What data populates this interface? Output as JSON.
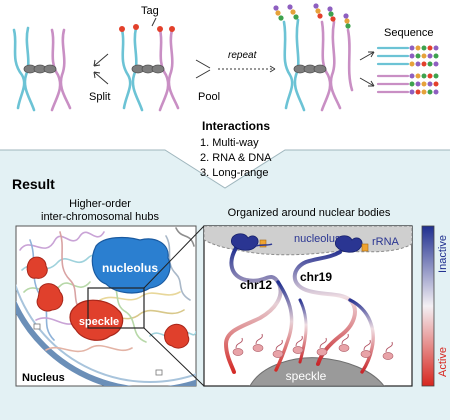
{
  "workflow": {
    "tag_label": "Tag",
    "split_label": "Split",
    "pool_label": "Pool",
    "repeat_label": "repeat",
    "sequence_label": "Sequence"
  },
  "interactions": {
    "title": "Interactions",
    "items": [
      "1. Multi-way",
      "2. RNA & DNA",
      "3. Long-range"
    ]
  },
  "result": {
    "title": "Result",
    "hubs_line1": "Higher-order",
    "hubs_line2": "inter-chromosomal hubs",
    "organized_label": "Organized around nuclear bodies",
    "nucleolus_left": "nucleolus",
    "speckle_left": "speckle",
    "nucleus_label": "Nucleus",
    "nucleolus_right": "nucleolus",
    "rrna_label": "rRNA",
    "chr12_label": "chr12",
    "chr19_label": "chr19",
    "speckle_right": "speckle",
    "scale_top": "Inactive",
    "scale_bottom": "Active"
  },
  "colors": {
    "teal": "#6cc3d5",
    "pink": "#c98fc4",
    "result_bg": "#e3f1f4",
    "nucleolus_blue": "#2b7fd0",
    "speckle_red": "#e0402c",
    "scale_inactive": "#1f2f8f",
    "scale_active": "#d7261e"
  }
}
